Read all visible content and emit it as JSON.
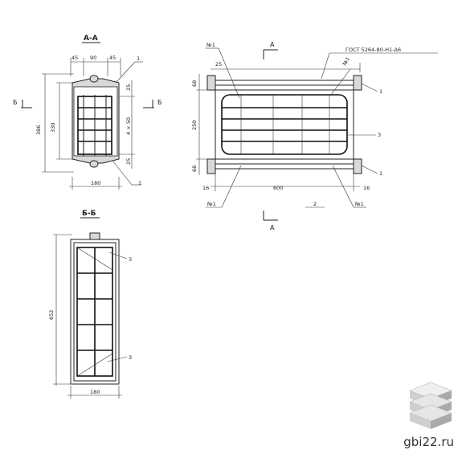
{
  "section_aa": {
    "title": "А-А",
    "dim_top": [
      "45",
      "90",
      "45"
    ],
    "dim_left_outer": "386",
    "dim_left_inner": "330",
    "dim_right": [
      "25",
      "4 × 50",
      "25"
    ],
    "dim_bottom": "180",
    "label_b_left": "Б",
    "label_b_right": "Б",
    "callout_top": "1",
    "callout_bottom": "1"
  },
  "main_view": {
    "cut_label_top": "А",
    "cut_label_bottom": "А",
    "gost_label": "ГОСТ 5264-80-Н1-Δ6",
    "weld_n1_top_left": "№1",
    "weld_n1_top_right": "№1",
    "weld_n1_bottom_left": "№1",
    "weld_n1_bottom_right": "№1",
    "dim_left": [
      "68",
      "250",
      "68"
    ],
    "dim_top_offset": "25",
    "dim_bottom_left": "16",
    "dim_bottom_right": "16",
    "dim_bottom_length": "600",
    "callout_1_top": "1",
    "callout_1_bottom": "1",
    "callout_2": "2",
    "callout_3": "3"
  },
  "section_bb": {
    "title": "Б-Б",
    "dim_height": "652",
    "dim_width": "180",
    "callout_3_top": "3",
    "callout_3_bottom": "3"
  },
  "brand": {
    "text": "gbi22.ru"
  }
}
